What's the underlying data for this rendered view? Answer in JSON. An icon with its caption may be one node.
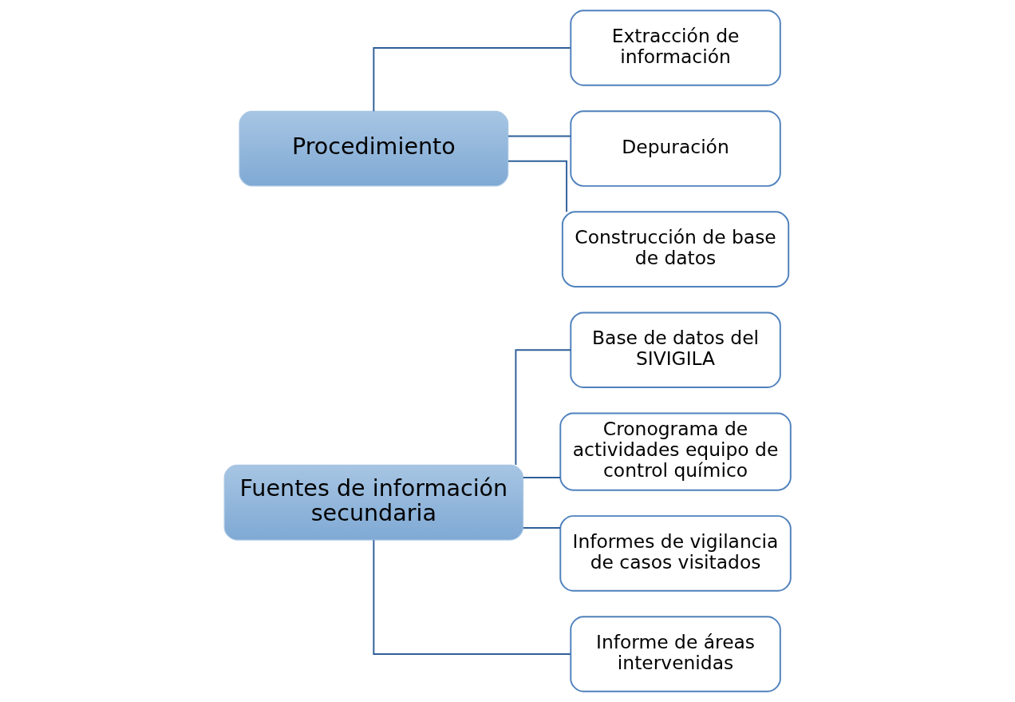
{
  "diagram": {
    "nodes": [
      {
        "text": [
          "Fuentes de información secundaria"
        ]
      },
      {
        "text": [
          "Base de datos del SIVIGILA"
        ]
      },
      {
        "text": [
          "Cronograma de actividades equipo de control químico"
        ]
      },
      {
        "text": [
          "Informes de vigilancia de casos visitados"
        ]
      },
      {
        "text": [
          "Informe de áreas intervenidas"
        ]
      },
      {
        "text": [
          "Procedimiento"
        ]
      },
      {
        "text": [
          "Extracción de información"
        ]
      },
      {
        "text": [
          "Depuración"
        ]
      },
      {
        "text": [
          "Construcción de base de datos"
        ]
      }
    ],
    "edges": [
      {
        "from": 0,
        "to": 1,
        "arrow": "none"
      },
      {
        "from": 0,
        "to": 2,
        "arrow": "none"
      },
      {
        "from": 0,
        "to": 3,
        "arrow": "none"
      },
      {
        "from": 0,
        "to": 4,
        "arrow": "none"
      },
      {
        "from": 5,
        "to": 6,
        "arrow": "none"
      },
      {
        "from": 5,
        "to": 7,
        "arrow": "none"
      },
      {
        "from": 5,
        "to": 8,
        "arrow": "none"
      }
    ]
  }
}
